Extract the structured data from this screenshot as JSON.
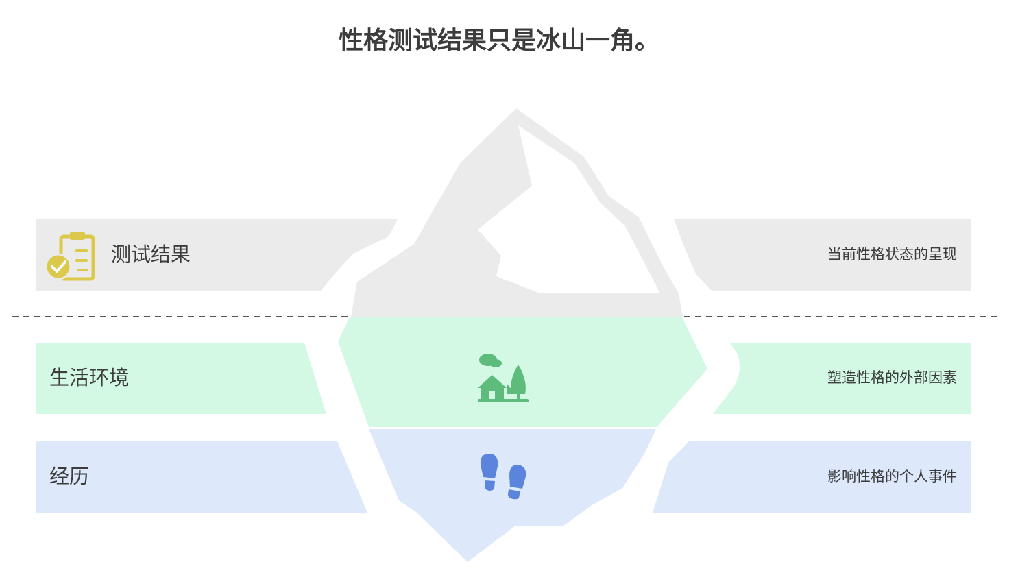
{
  "title": "性格测试结果只是冰山一角。",
  "colors": {
    "gray_band": "#ebebeb",
    "green_band": "#d3f9e5",
    "blue_band": "#dde8fb",
    "iceberg_top": "#ebebeb",
    "iceberg_snow": "#ffffff",
    "waterline": "#555555",
    "accent_yellow": "#dcc84a",
    "accent_green": "#5dbb7c",
    "accent_blue": "#5b84dc"
  },
  "layers": [
    {
      "label": "测试结果",
      "description": "当前性格状态的呈现",
      "icon": "clipboard-check-icon"
    },
    {
      "label": "生活环境",
      "description": "塑造性格的外部因素",
      "icon": "house-trees-icon"
    },
    {
      "label": "经历",
      "description": "影响性格的个人事件",
      "icon": "footprints-icon"
    }
  ]
}
